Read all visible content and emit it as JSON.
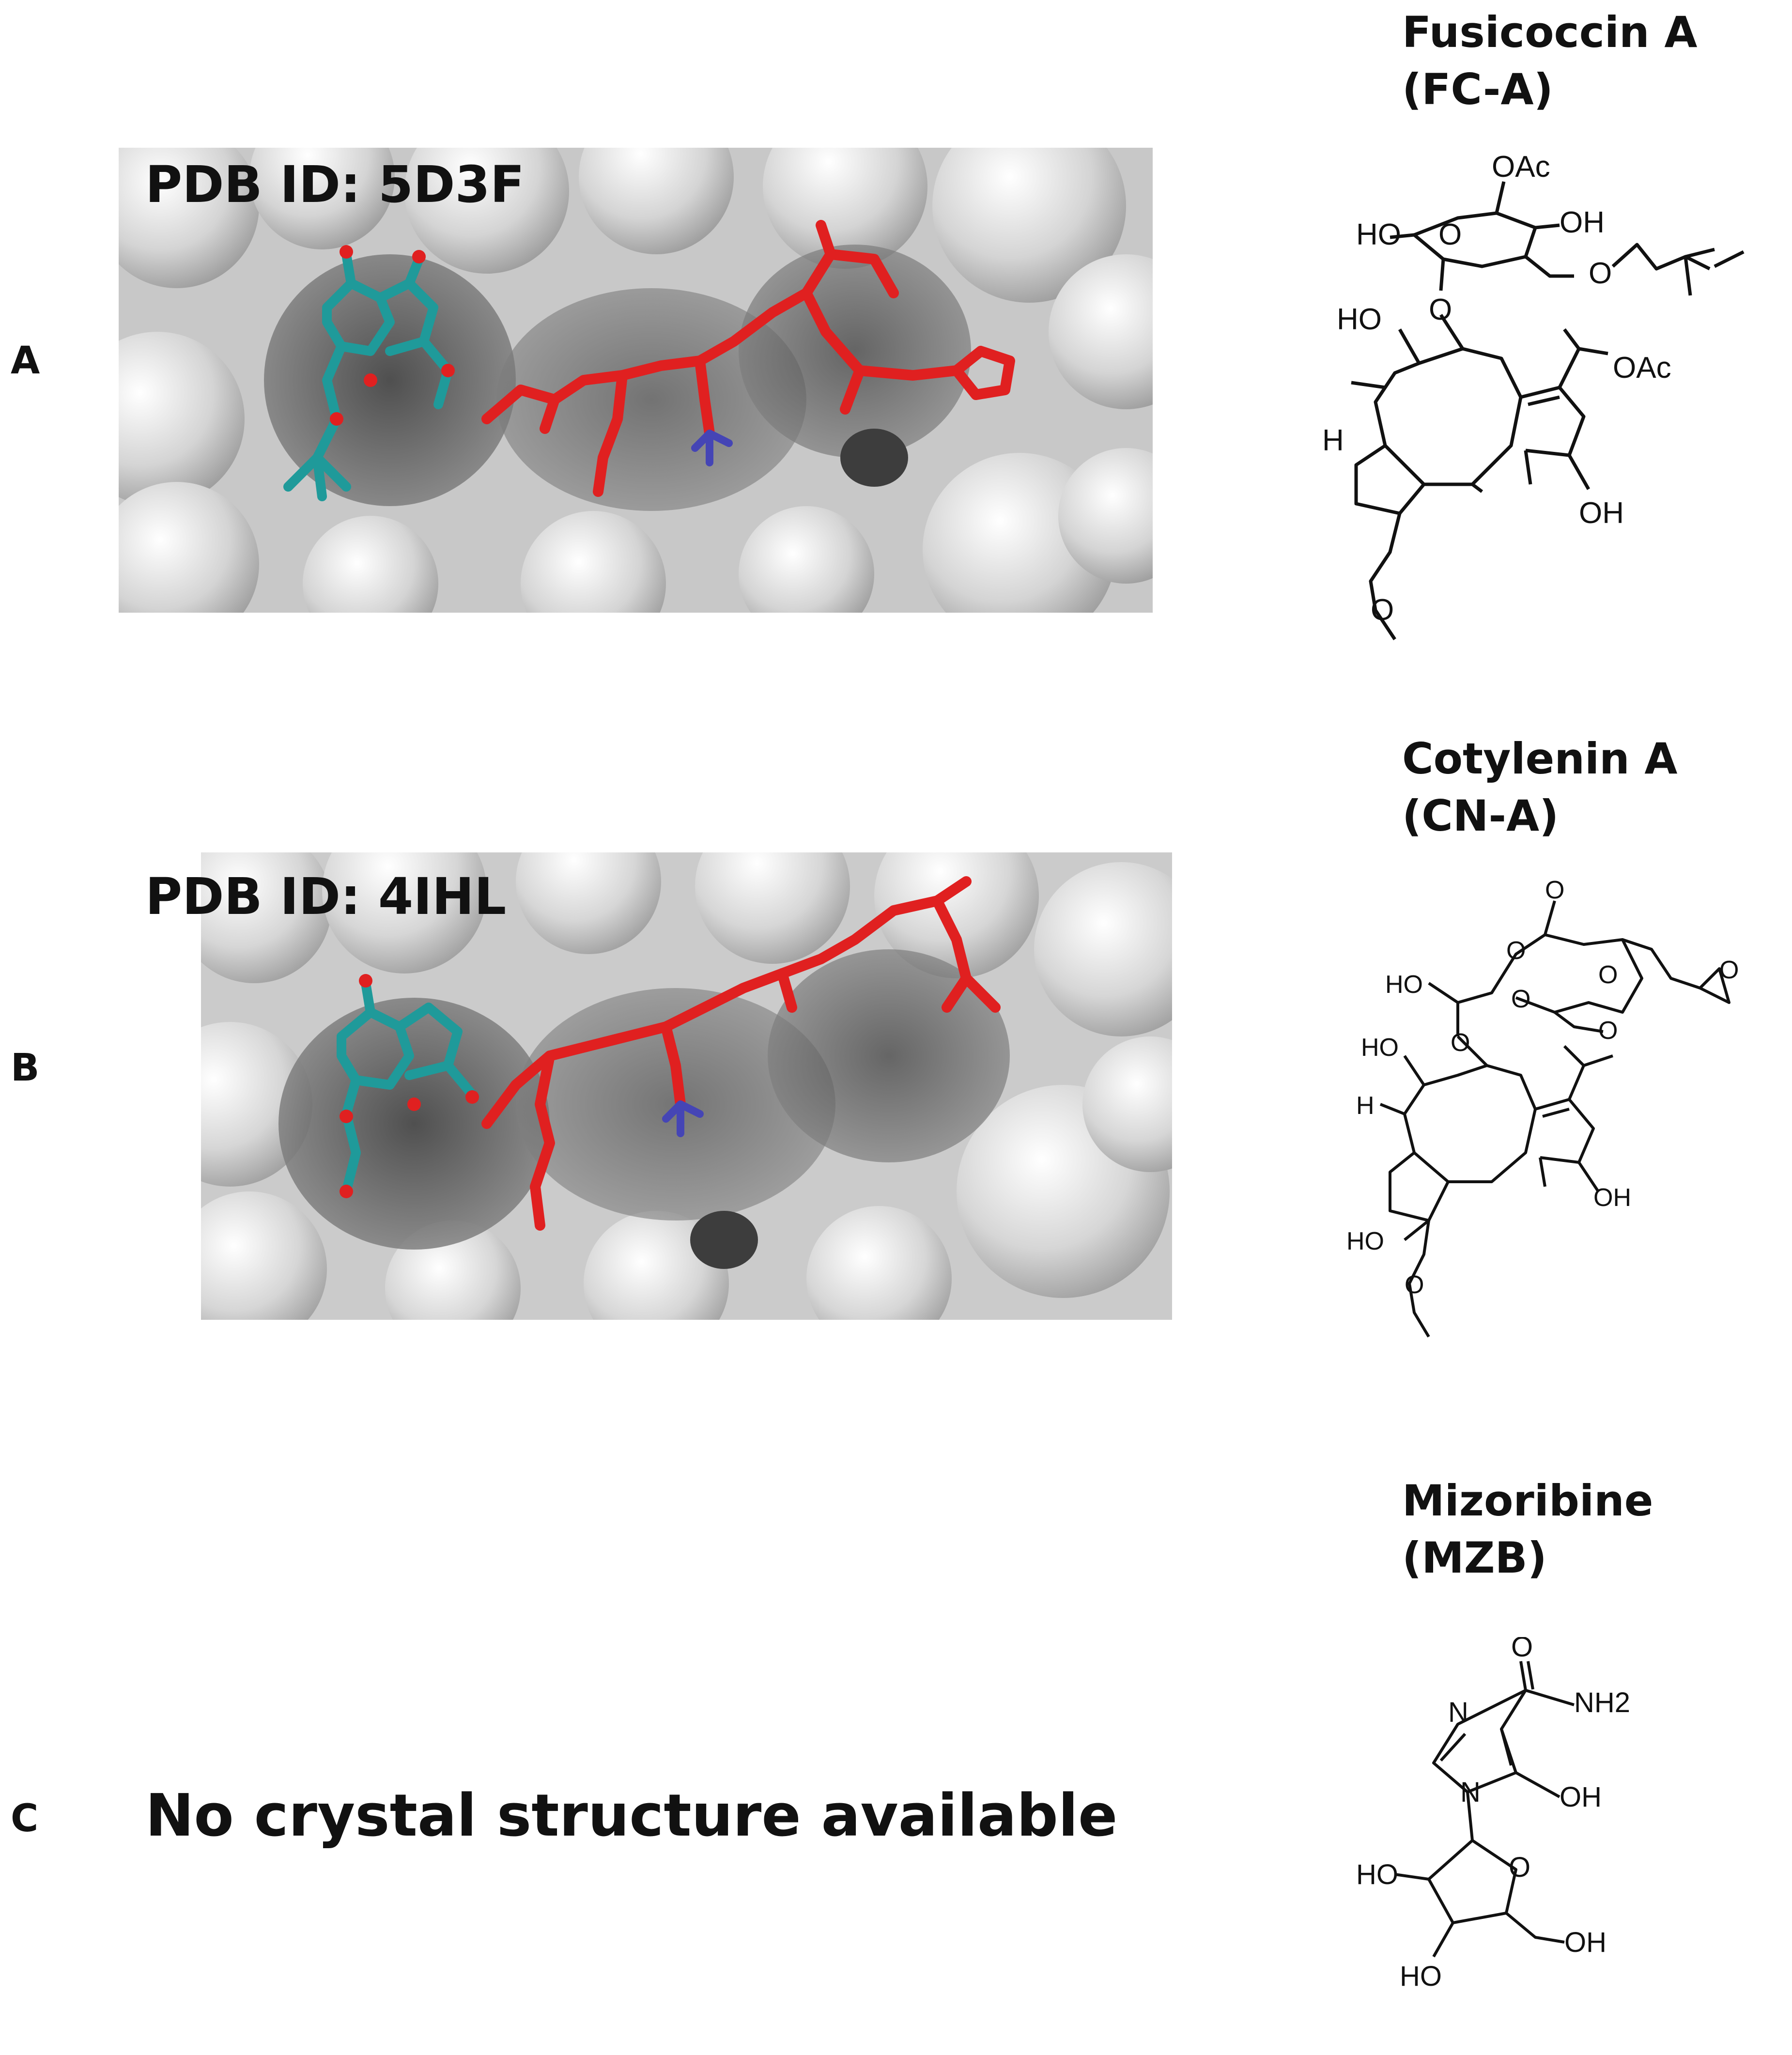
{
  "panels": [
    {
      "letter": "A",
      "pdb": "PDB ID: 5D3F"
    },
    {
      "letter": "B",
      "pdb": "PDB ID: 4IHL"
    },
    {
      "letter": "C",
      "note": "No crystal structure available"
    }
  ],
  "compounds": [
    {
      "name": "Fusicoccin A",
      "abbr": "(FC-A)"
    },
    {
      "name": "Cotylenin A",
      "abbr": "(CN-A)"
    },
    {
      "name": "Mizoribine",
      "abbr": "(MZB)"
    }
  ],
  "structure_labels": {
    "fca": {
      "oac1": "OAc",
      "ho1": "HO",
      "oh1": "OH",
      "o1": "O",
      "o2": "O",
      "o3": "O",
      "ho2": "HO",
      "oac2": "OAc",
      "h": "H",
      "oh2": "OH",
      "o4": "O"
    },
    "cna": {
      "o1": "O",
      "o2": "O",
      "o3": "O",
      "o4": "O",
      "ho1": "HO",
      "o5": "O",
      "o6": "O",
      "o7": "O",
      "ho2": "HO",
      "h": "H",
      "oh": "OH",
      "ho3": "HO",
      "o8": "O"
    },
    "mzb": {
      "o": "O",
      "nh2": "NH2",
      "n1": "N",
      "oh1": "OH",
      "n2": "N",
      "o2": "O",
      "ho1": "HO",
      "oh2": "OH",
      "ho2": "HO"
    }
  },
  "colors": {
    "protein_surface": "#d9d9d9",
    "cavity": "#6e6e6e",
    "ligand_teal": "#1f9a9a",
    "peptide_red": "#e02020",
    "nitrogen": "#3a3ab0"
  }
}
